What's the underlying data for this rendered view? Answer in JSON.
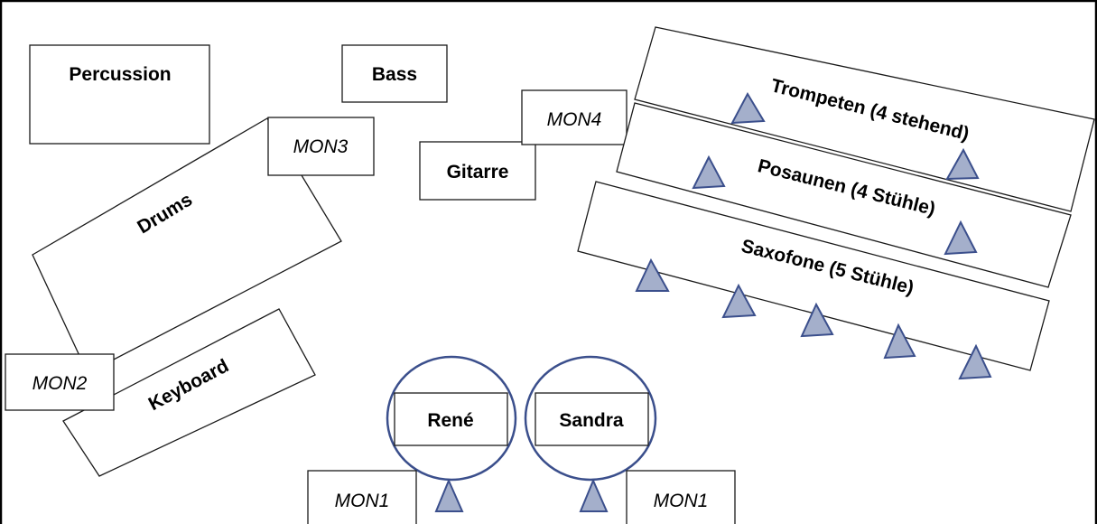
{
  "colors": {
    "marker_fill": "#a4afcb",
    "marker_stroke": "#3b4f8c",
    "circle_stroke": "#3b4f8c",
    "outline": "#1a1a1a"
  },
  "instruments": {
    "percussion": "Percussion",
    "bass": "Bass",
    "drums": "Drums",
    "gitarre": "Gitarre",
    "keyboard": "Keyboard"
  },
  "sections": {
    "trompeten": "Trompeten (4 stehend)",
    "posaunen": "Posaunen (4 Stühle)",
    "saxofone": "Saxofone (5 Stühle)"
  },
  "singers": {
    "rene": "René",
    "sandra": "Sandra"
  },
  "monitors": {
    "mon1_left": "MON1",
    "mon1_right": "MON1",
    "mon2": "MON2",
    "mon3": "MON3",
    "mon4": "MON4"
  }
}
